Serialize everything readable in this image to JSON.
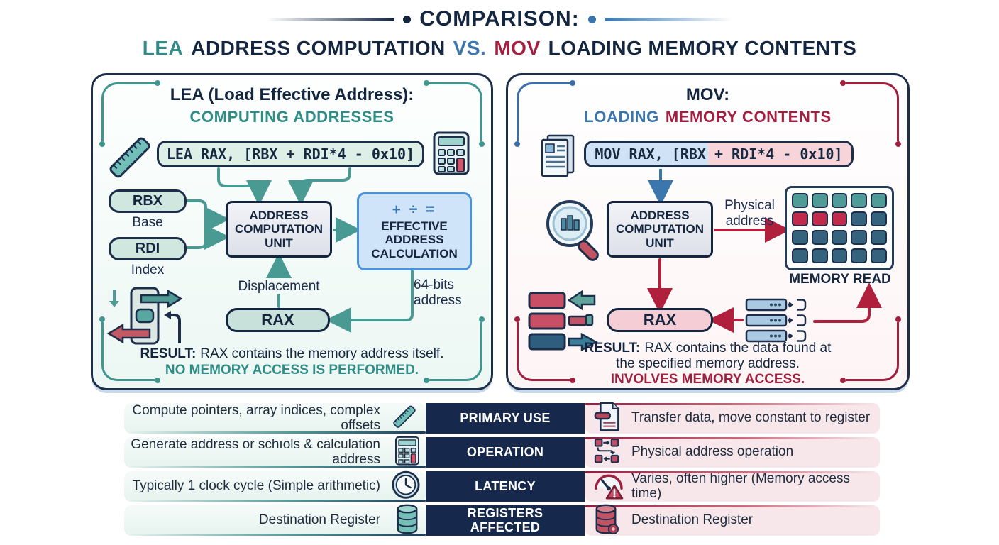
{
  "title": {
    "main": "COMPARISON:",
    "lea": "LEA",
    "left_phrase": "ADDRESS COMPUTATION",
    "vs": "VS.",
    "mov": "MOV",
    "right_phrase": "LOADING MEMORY CONTENTS"
  },
  "left_panel": {
    "heading1": "LEA (Load Effective Address):",
    "heading2": "COMPUTING ADDRESSES",
    "code": "LEA RAX, [RBX + RDI*4 - 0x10]",
    "reg1": {
      "name": "RBX",
      "role": "Base"
    },
    "reg2": {
      "name": "RDI",
      "role": "Index"
    },
    "acu": "ADDRESS COMPUTATION UNIT",
    "eac_symbols": "+ ÷ =",
    "eac": "EFFECTIVE ADDRESS CALCULATION",
    "displacement": "Displacement",
    "address_width": "64-bits address",
    "rax": "RAX",
    "result_prefix": "RESULT:",
    "result_text": "RAX contains the memory address itself.",
    "result_emphasis": "NO MEMORY ACCESS IS PERFORMED."
  },
  "right_panel": {
    "heading1": "MOV:",
    "heading2_blue": "LOADING",
    "heading2_red": "MEMORY CONTENTS",
    "code": "MOV RAX, [RBX + RDI*4 - 0x10]",
    "acu": "ADDRESS COMPUTATION UNIT",
    "physical_address": "Physical address",
    "memory_read": "MEMORY READ",
    "rax": "RAX",
    "result_prefix": "RESULT:",
    "result_line1": "RAX contains the data found at",
    "result_line2": "the specified memory address.",
    "result_emphasis": "INVOLVES MEMORY ACCESS.",
    "memory_grid_pattern": [
      "teal",
      "teal",
      "teal",
      "teal",
      "teal",
      "red",
      "red",
      "red",
      "steel",
      "steel",
      "steel",
      "steel",
      "steel",
      "steel",
      "steel",
      "steel",
      "steel",
      "steel",
      "steel",
      "steel"
    ]
  },
  "comparison_table": {
    "rows": [
      {
        "label": "PRIMARY USE",
        "lea_icon": "ruler-icon",
        "lea": "Compute pointers, array indices, complex offsets",
        "mov_icon": "document-transfer-icon",
        "mov": "Transfer data, move constant to register"
      },
      {
        "label": "OPERATION",
        "lea_icon": "calculator-icon",
        "lea": "Generate address or schıols & calculation address",
        "mov_icon": "address-mapping-icon",
        "mov": "Physical address operation"
      },
      {
        "label": "LATENCY",
        "lea_icon": "clock-icon",
        "lea": "Typically 1 clock cycle (Simple arithmetic)",
        "mov_icon": "gauge-warning-icon",
        "mov": "Varies, often higher (Memory access time)"
      },
      {
        "label": "REGISTERS AFFECTED",
        "lea_icon": "database-icon",
        "lea": "Destination Register",
        "mov_icon": "database-red-icon",
        "mov": "Destination Register"
      }
    ]
  },
  "colors": {
    "navy": "#14263f",
    "teal": "#2f8c86",
    "steel_blue": "#3b76ad",
    "crimson": "#a31e3f",
    "mint_bg": "#ecf7f3",
    "code_green": "#ddefe7",
    "blue_box": "#cfe4f8",
    "pink_rax": "#f5ced5",
    "table_navy": "#16294d",
    "left_pill": "#e6f3ef",
    "right_pill": "#f8e7ea"
  }
}
